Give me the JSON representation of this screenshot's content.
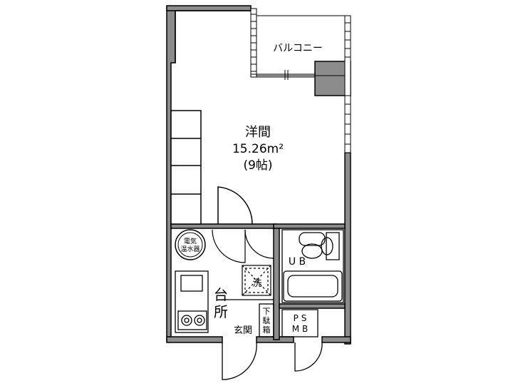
{
  "colors": {
    "wall": "#8c8c8c",
    "line": "#000000",
    "paper": "#ffffff"
  },
  "rooms": {
    "balcony": "バルコニー",
    "western_room": "洋間",
    "western_area": "15.26m²",
    "western_tatami": "(9帖)",
    "water_heater_line1": "電気",
    "water_heater_line2": "温水器",
    "unit_bath": "U B",
    "washer": "洗",
    "kitchen_char1": "台",
    "kitchen_char2": "所",
    "entrance": "玄関",
    "shoe_box": [
      "下",
      "駄",
      "箱"
    ],
    "ps": "P S",
    "mb": "M B"
  },
  "icons": [
    "stove-icon",
    "sink-icon",
    "toilet-icon",
    "bathtub-icon",
    "washbasin-icon",
    "door-swing-icon"
  ]
}
